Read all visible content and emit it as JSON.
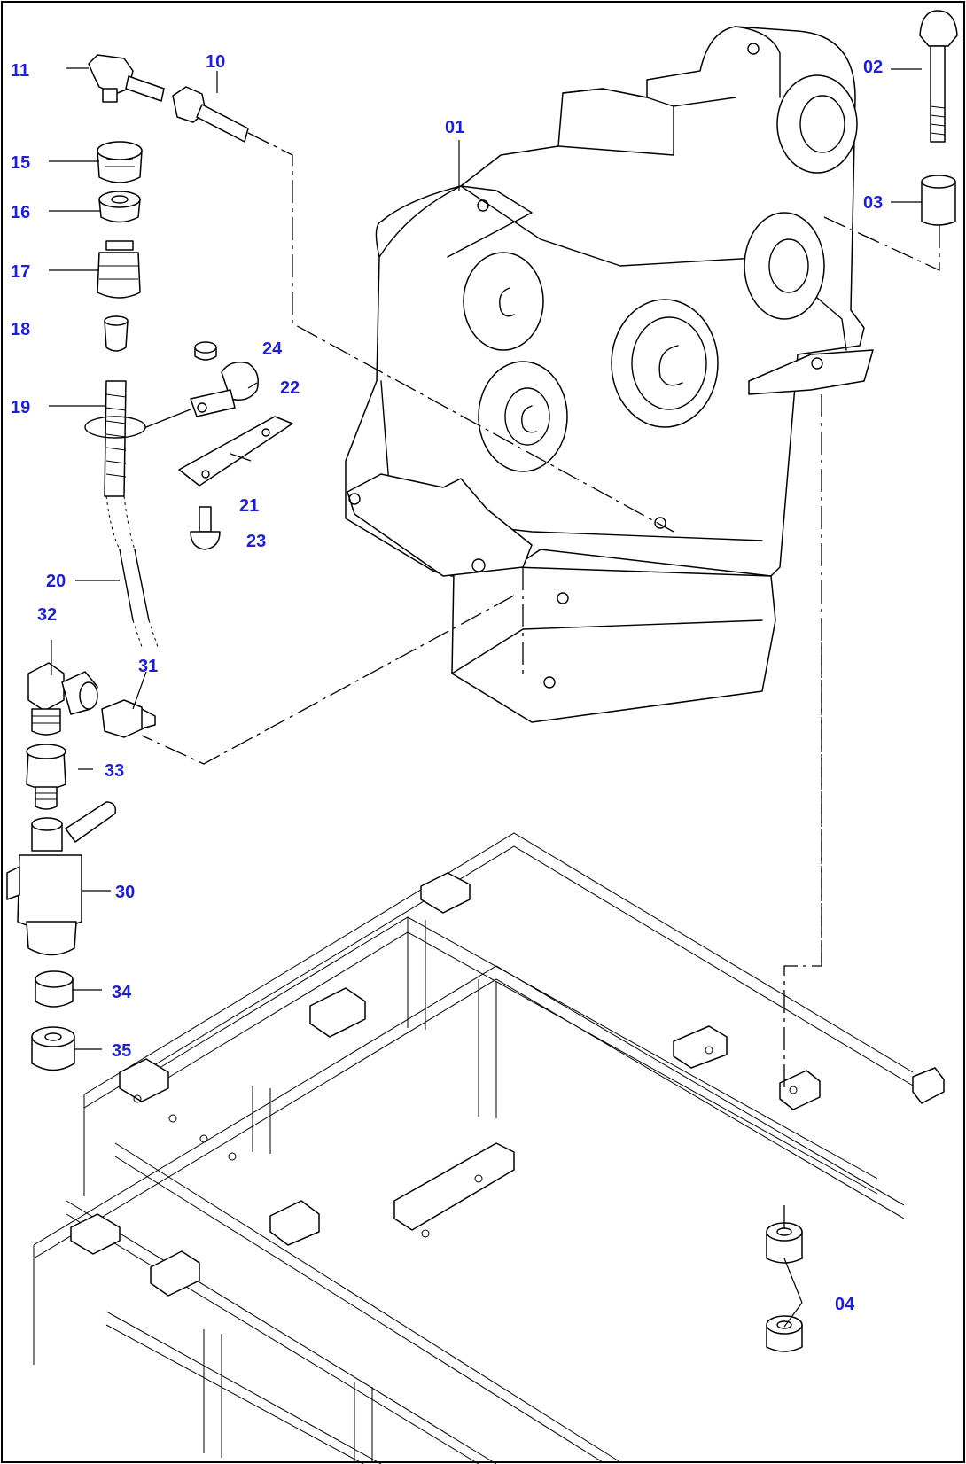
{
  "callouts": {
    "c01": "01",
    "c02": "02",
    "c03": "03",
    "c04": "04",
    "c10": "10",
    "c11": "11",
    "c15": "15",
    "c16": "16",
    "c17": "17",
    "c18": "18",
    "c19": "19",
    "c20": "20",
    "c21": "21",
    "c22": "22",
    "c23": "23",
    "c24": "24",
    "c30": "30",
    "c31": "31",
    "c32": "32",
    "c33": "33",
    "c34": "34",
    "c35": "35"
  },
  "colors": {
    "callout": "#1f1fcc",
    "line": "#000000",
    "background": "#ffffff"
  }
}
